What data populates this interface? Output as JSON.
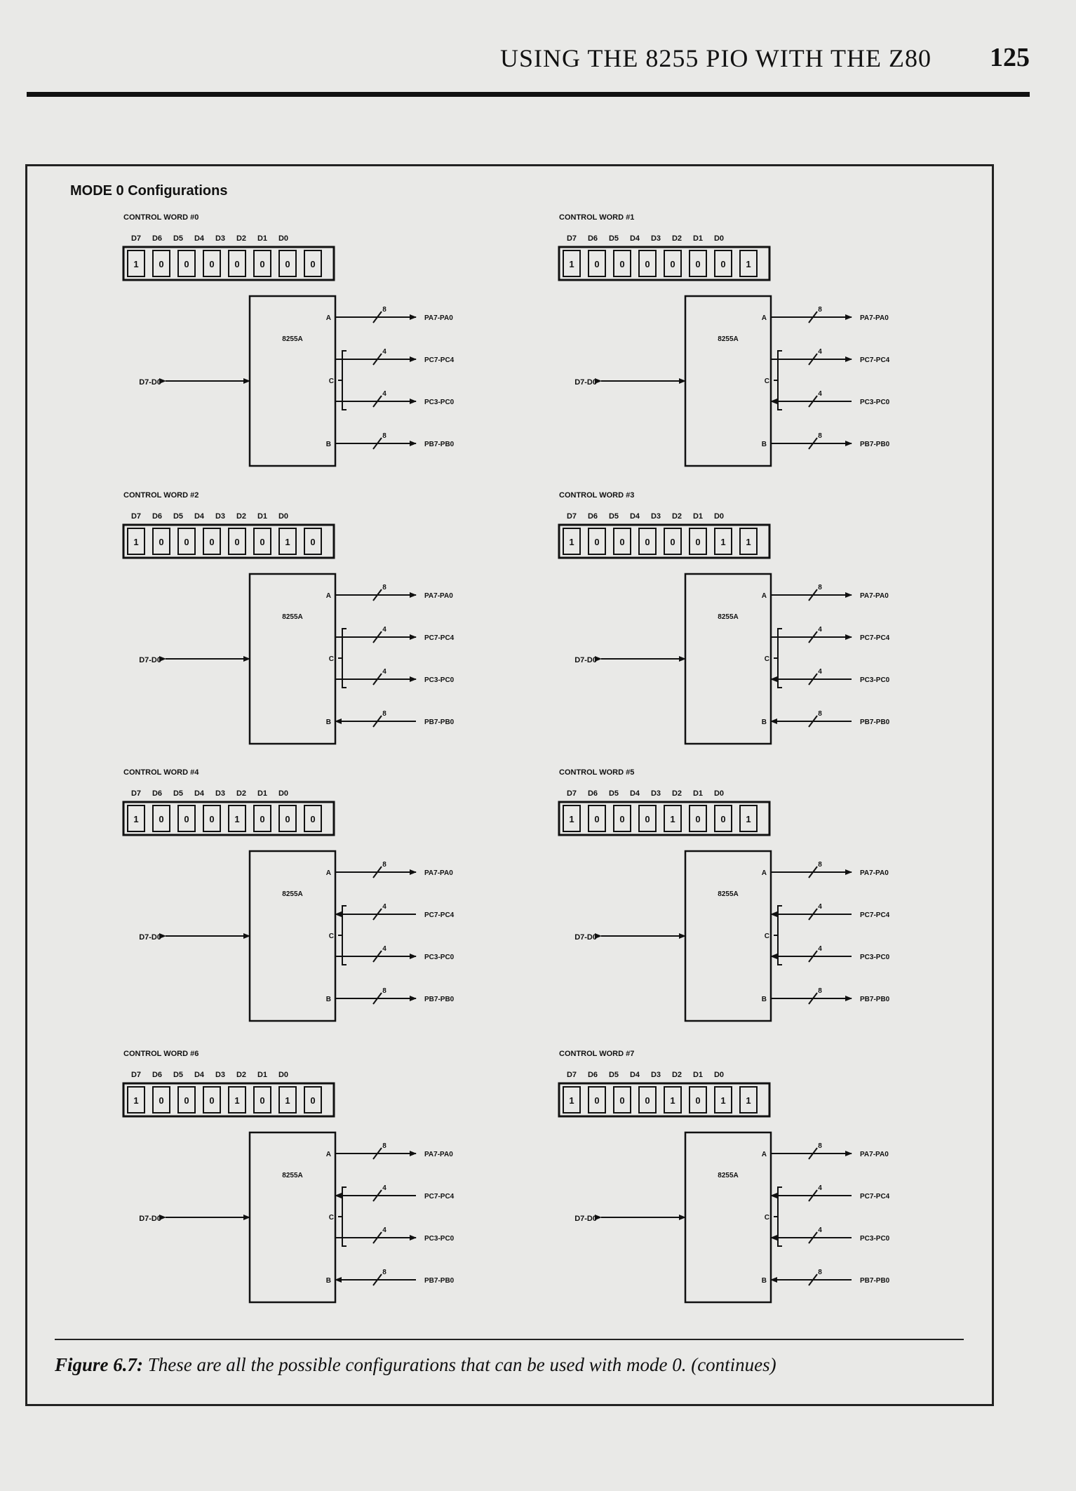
{
  "header": {
    "title": "USING THE 8255 PIO WITH THE Z80",
    "page_number": "125"
  },
  "figure": {
    "title": "MODE 0 Configurations",
    "bit_headers": [
      "D7",
      "D6",
      "D5",
      "D4",
      "D3",
      "D2",
      "D1",
      "D0"
    ],
    "chip_label": "8255A",
    "port_labels": {
      "a": "A",
      "c": "C",
      "b": "B"
    },
    "data_bus_label": "D7-D0",
    "bus_widths": {
      "a": "8",
      "c_upper": "4",
      "c_lower": "4",
      "b": "8"
    },
    "outputs": {
      "a": "PA7-PA0",
      "c_upper": "PC7-PC4",
      "c_lower": "PC3-PC0",
      "b": "PB7-PB0"
    },
    "configurations": [
      {
        "label": "CONTROL WORD #0",
        "bits": [
          "1",
          "0",
          "0",
          "0",
          "0",
          "0",
          "0",
          "0"
        ],
        "dirs": {
          "a": "out",
          "c_upper": "out",
          "c_lower": "out",
          "b": "out"
        }
      },
      {
        "label": "CONTROL WORD #1",
        "bits": [
          "1",
          "0",
          "0",
          "0",
          "0",
          "0",
          "0",
          "1"
        ],
        "dirs": {
          "a": "out",
          "c_upper": "out",
          "c_lower": "in",
          "b": "out"
        }
      },
      {
        "label": "CONTROL WORD #2",
        "bits": [
          "1",
          "0",
          "0",
          "0",
          "0",
          "0",
          "1",
          "0"
        ],
        "dirs": {
          "a": "out",
          "c_upper": "out",
          "c_lower": "out",
          "b": "in"
        }
      },
      {
        "label": "CONTROL WORD #3",
        "bits": [
          "1",
          "0",
          "0",
          "0",
          "0",
          "0",
          "1",
          "1"
        ],
        "dirs": {
          "a": "out",
          "c_upper": "out",
          "c_lower": "in",
          "b": "in"
        }
      },
      {
        "label": "CONTROL WORD #4",
        "bits": [
          "1",
          "0",
          "0",
          "0",
          "1",
          "0",
          "0",
          "0"
        ],
        "dirs": {
          "a": "out",
          "c_upper": "in",
          "c_lower": "out",
          "b": "out"
        }
      },
      {
        "label": "CONTROL WORD #5",
        "bits": [
          "1",
          "0",
          "0",
          "0",
          "1",
          "0",
          "0",
          "1"
        ],
        "dirs": {
          "a": "out",
          "c_upper": "in",
          "c_lower": "in",
          "b": "out"
        }
      },
      {
        "label": "CONTROL WORD #6",
        "bits": [
          "1",
          "0",
          "0",
          "0",
          "1",
          "0",
          "1",
          "0"
        ],
        "dirs": {
          "a": "out",
          "c_upper": "in",
          "c_lower": "out",
          "b": "in"
        }
      },
      {
        "label": "CONTROL WORD #7",
        "bits": [
          "1",
          "0",
          "0",
          "0",
          "1",
          "0",
          "1",
          "1"
        ],
        "dirs": {
          "a": "out",
          "c_upper": "in",
          "c_lower": "in",
          "b": "in"
        }
      }
    ],
    "caption_label": "Figure 6.7:",
    "caption_text": " These are all the possible configurations that can be used with mode 0. (continues)"
  }
}
